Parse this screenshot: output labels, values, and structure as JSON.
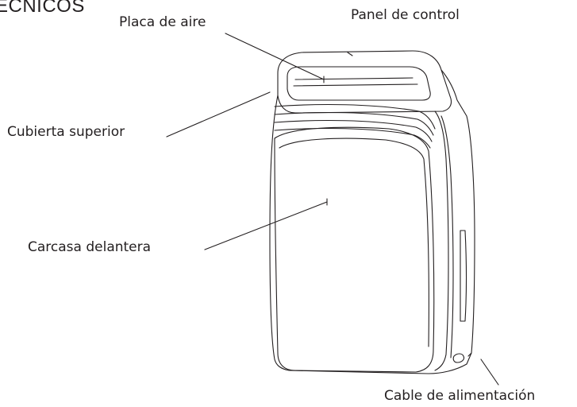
{
  "heading": "ÉCNICOS",
  "callouts": {
    "air_plate": "Placa de aire",
    "control_panel": "Panel de control",
    "top_cover": "Cubierta superior",
    "front_casing": "Carcasa delantera",
    "power_cable": "Cable de alimentación"
  },
  "colors": {
    "line": "#231f20",
    "background": "#ffffff"
  }
}
